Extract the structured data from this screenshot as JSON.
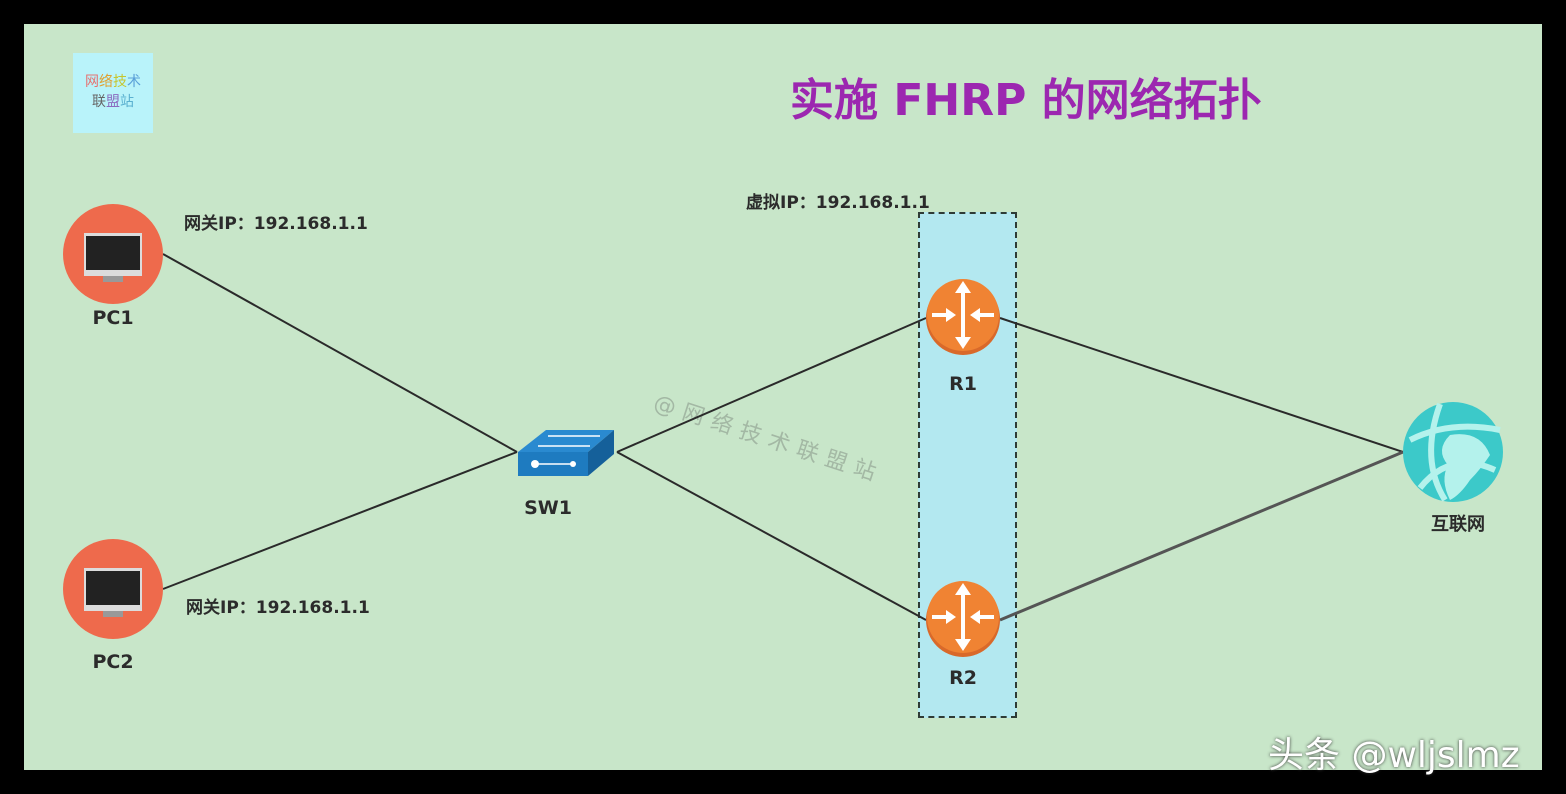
{
  "title": "实施 FHRP 的网络拓扑",
  "logo": {
    "line1": [
      "网",
      "络",
      "技",
      "术"
    ],
    "line2": [
      "联",
      "盟",
      "站"
    ]
  },
  "watermark": "@网络技术联盟站",
  "brand": "头条 @wljslmz",
  "virtual_ip_label": "虚拟IP：192.168.1.1",
  "nodes": {
    "pc1": {
      "name": "PC1",
      "gateway": "网关IP：192.168.1.1"
    },
    "pc2": {
      "name": "PC2",
      "gateway": "网关IP：192.168.1.1"
    },
    "sw1": {
      "name": "SW1"
    },
    "r1": {
      "name": "R1"
    },
    "r2": {
      "name": "R2"
    },
    "internet": {
      "name": "互联网"
    }
  },
  "colors": {
    "background": "#c8e6c9",
    "title": "#9c27b0",
    "pc": "#ee6a4c",
    "router": "#f08333",
    "switch": "#1e7bc0",
    "globe": "#3cc9c9",
    "virtual_box": "#b3e8f0"
  }
}
